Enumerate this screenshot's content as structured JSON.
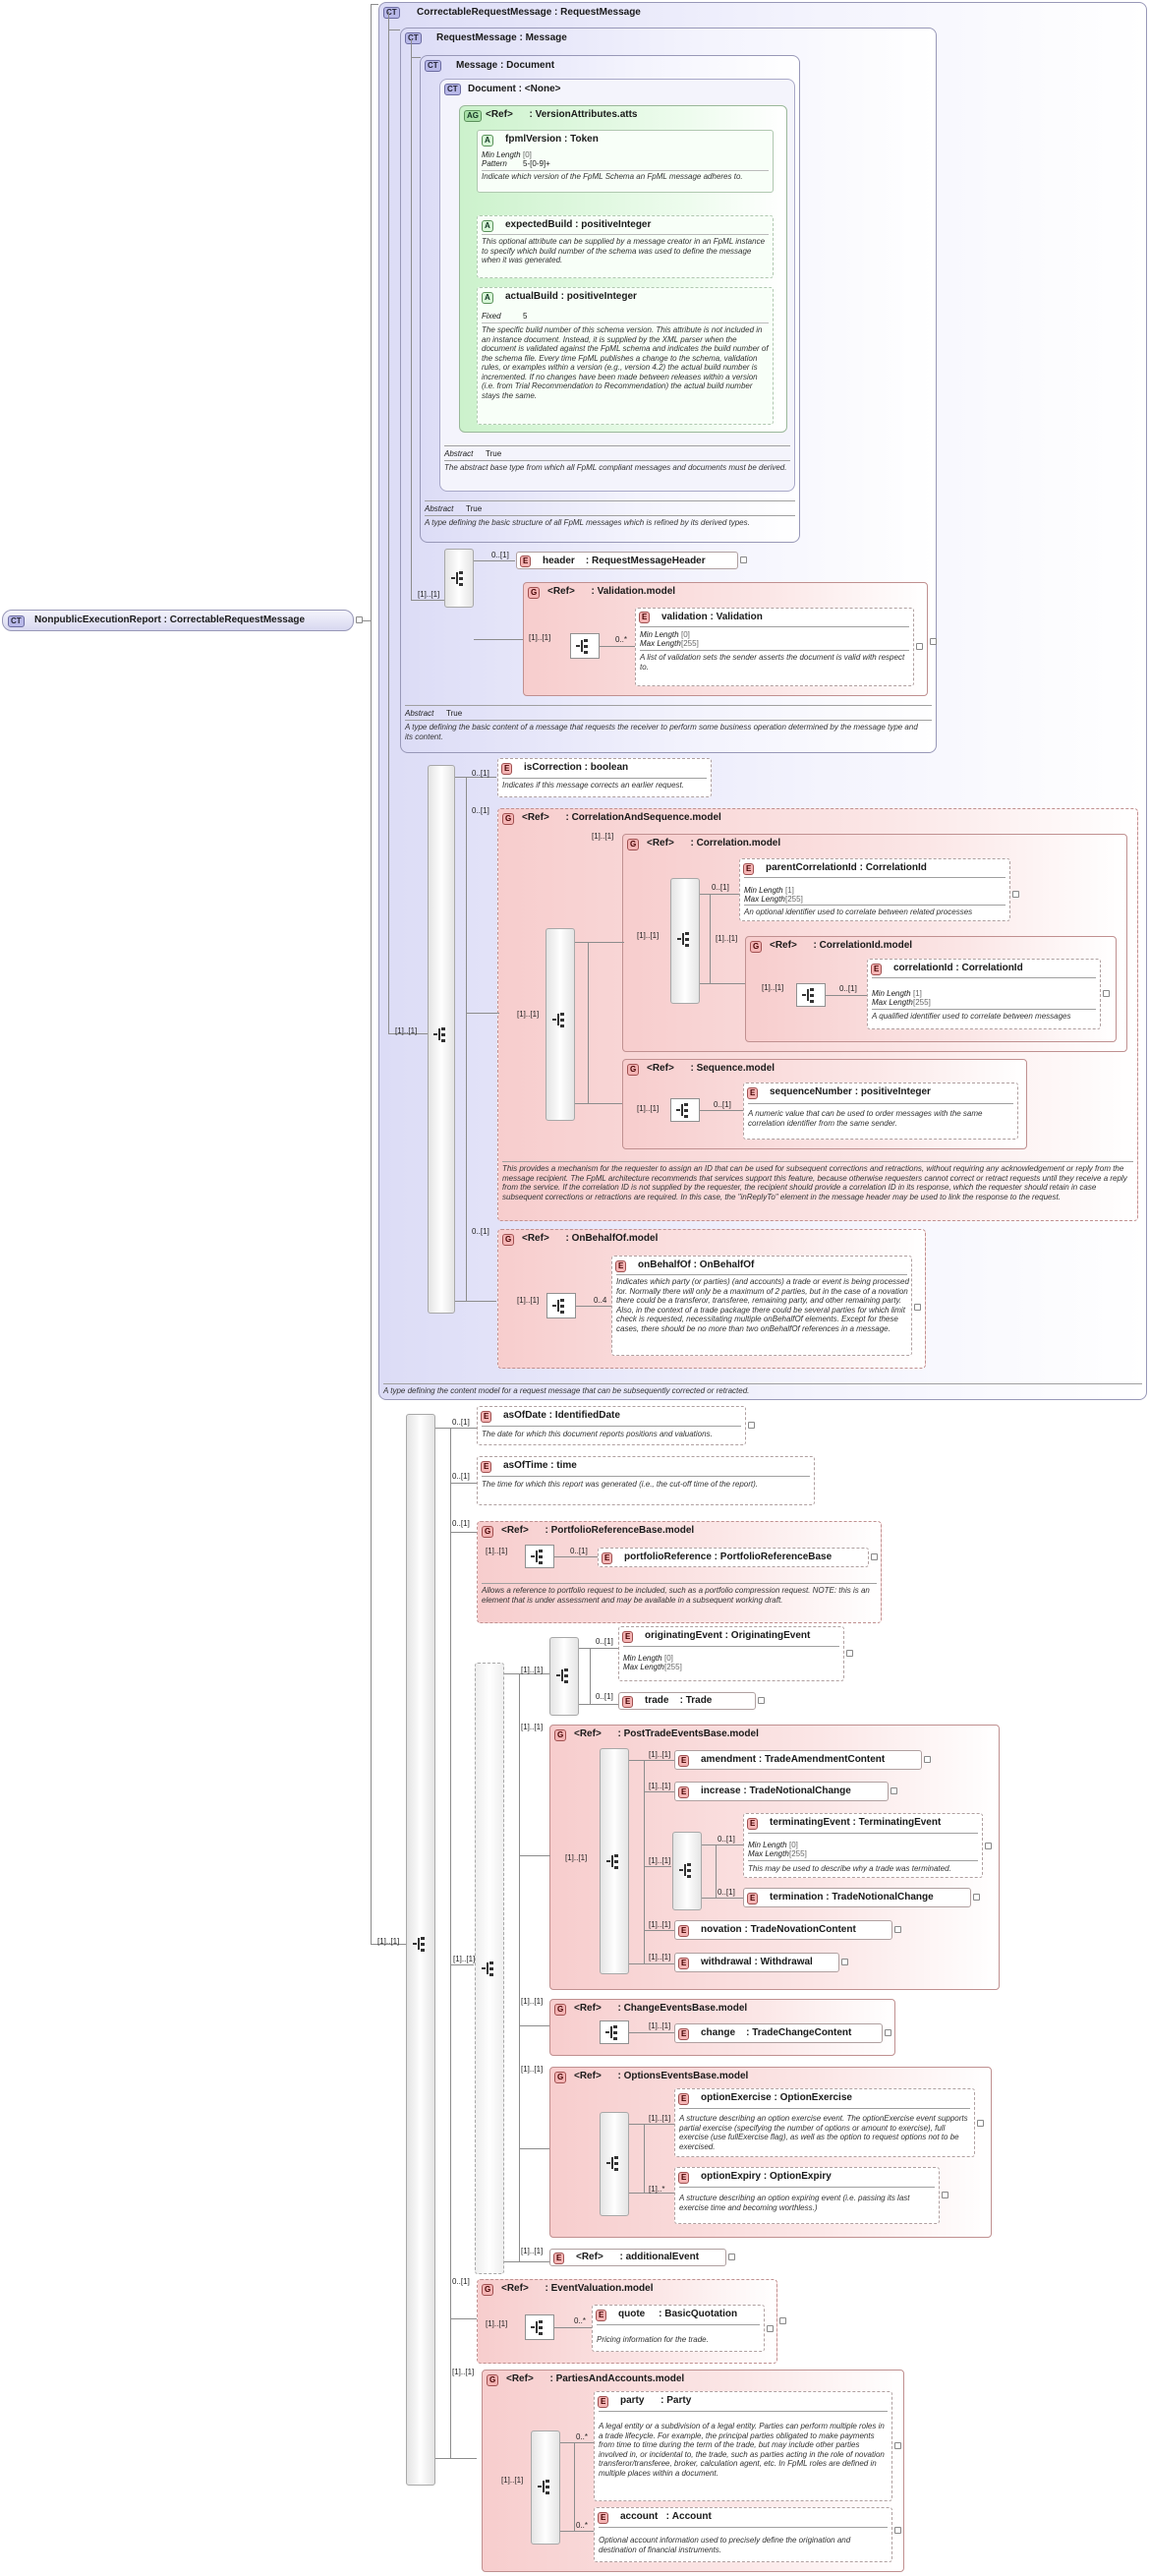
{
  "labels": {
    "e": "E",
    "g": "G",
    "a": "A",
    "ag": "AG",
    "ct": "CT",
    "ref": "<Ref>",
    "abstract": "Abstract",
    "true": "True",
    "minLength": "Min Length",
    "maxLength": "Max Length",
    "pattern": "Pattern",
    "fixed": "Fixed"
  },
  "root": {
    "name": "NonpublicExecutionReport",
    "type": "CorrectableRequestMessage"
  },
  "correctable": {
    "name": "CorrectableRequestMessage",
    "base": "RequestMessage",
    "doc": "A type defining the content model for a request message that can be subsequently corrected or retracted."
  },
  "request": {
    "name": "RequestMessage",
    "base": "Message",
    "doc": "A type defining the basic content of a message that requests the receiver to perform some business operation determined by the message type and its content."
  },
  "message": {
    "name": "Message",
    "base": "Document",
    "doc": "A type defining the basic structure of all FpML messages which is refined by its derived types."
  },
  "document": {
    "name": "Document",
    "base": "<None>",
    "doc": "The abstract base type from which all FpML compliant messages and documents must be derived."
  },
  "versionAttrs": {
    "name": "VersionAttributes.atts"
  },
  "fpmlVersion": {
    "name": "fpmlVersion",
    "type": "Token",
    "minLength": "[0]",
    "pattern": "5-[0-9]+",
    "doc": "Indicate which version of the FpML Schema an FpML message adheres to."
  },
  "expectedBuild": {
    "name": "expectedBuild",
    "type": "positiveInteger",
    "doc": "This optional attribute can be supplied by a message creator in an FpML instance to specify which build number of the schema was used to define the message when it was generated."
  },
  "actualBuild": {
    "name": "actualBuild",
    "type": "positiveInteger",
    "fixed": "5",
    "doc": "The specific build number of this schema version. This attribute is not included in an instance document. Instead, it is supplied by the XML parser when the document is validated against the FpML schema and indicates the build number of the schema file. Every time FpML publishes a change to the schema, validation rules, or examples within a version (e.g., version 4.2) the actual build number is incremented. If no changes have been made between releases within a version (i.e. from Trial Recommendation to Recommendation) the actual build number stays the same."
  },
  "header": {
    "name": "header",
    "type": "RequestMessageHeader",
    "card": "0..[1]"
  },
  "validationModel": {
    "name": "Validation.model"
  },
  "validation": {
    "name": "validation",
    "type": "Validation",
    "card": "0..*",
    "minLength": "[0]",
    "maxLength": "[255]",
    "doc": "A list of validation sets the sender asserts the document is valid with respect to."
  },
  "isCorrection": {
    "name": "isCorrection",
    "type": "boolean",
    "card": "0..[1]",
    "doc": "Indicates if this message corrects an earlier request."
  },
  "corrSeqModel": {
    "name": "CorrelationAndSequence.model",
    "card": "0..[1]",
    "doc": "This provides a mechanism for the requester to assign an ID that can be used for subsequent corrections and retractions, without requiring any acknowledgement or reply from the message recipient. The FpML architecture recommends that services support this feature, because otherwise requesters cannot correct or retract requests until they receive a reply from the service. If the correlation ID is not supplied by the requester, the recipient should provide a correlation ID in its response, which the requester should retain in case subsequent corrections or retractions are required. In this case, the \"inReplyTo\" element in the message header may be used to link the response to the request."
  },
  "correlationModel": {
    "name": "Correlation.model",
    "card": "[1]..[1]"
  },
  "parentCorrelationId": {
    "name": "parentCorrelationId",
    "type": "CorrelationId",
    "card": "0..[1]",
    "minLength": "[1]",
    "maxLength": "[255]",
    "doc": "An optional identifier used to correlate between related processes"
  },
  "correlationIdModel": {
    "name": "CorrelationId.model",
    "card": "[1]..[1]"
  },
  "correlationId": {
    "name": "correlationId",
    "type": "CorrelationId",
    "card": "0..[1]",
    "minLength": "[1]",
    "maxLength": "[255]",
    "doc": "A qualified identifier used to correlate between messages"
  },
  "sequenceModel": {
    "name": "Sequence.model"
  },
  "sequenceNumber": {
    "name": "sequenceNumber",
    "type": "positiveInteger",
    "card": "0..[1]",
    "doc": "A numeric value that can be used to order messages with the same correlation identifier from the same sender."
  },
  "onBehalfOfModel": {
    "name": "OnBehalfOf.model",
    "card": "0..[1]"
  },
  "onBehalfOf": {
    "name": "onBehalfOf",
    "type": "OnBehalfOf",
    "card": "0..4",
    "doc": "Indicates which party (or parties) (and accounts) a trade or event is being processed for. Normally there will only be a maximum of 2 parties, but in the case of a novation there could be a transferor, transferee, remaining party, and other remaining party. Also, in the context of a trade package there could be several parties for which limit check is requested, necessitating multiple onBehalfOf elements. Except for these cases, there should be no more than two onBehalfOf references in a message."
  },
  "asOfDate": {
    "name": "asOfDate",
    "type": "IdentifiedDate",
    "card": "0..[1]",
    "doc": "The date for which this document reports positions and valuations."
  },
  "asOfTime": {
    "name": "asOfTime",
    "type": "time",
    "card": "0..[1]",
    "doc": "The time for which this report was generated (i.e., the cut-off time of the report)."
  },
  "portfolioRefModel": {
    "name": "PortfolioReferenceBase.model",
    "card": "0..[1]",
    "doc": "Allows a reference to portfolio request to be included, such as a portfolio compression request. NOTE: this is an element that is under assessment and may be available in a subsequent working draft."
  },
  "portfolioReference": {
    "name": "portfolioReference",
    "type": "PortfolioReferenceBase",
    "card": "0..[1]"
  },
  "originatingEvent": {
    "name": "originatingEvent",
    "type": "OriginatingEvent",
    "card": "0..[1]",
    "minLength": "[0]",
    "maxLength": "[255]"
  },
  "trade": {
    "name": "trade",
    "type": "Trade",
    "card": "0..[1]"
  },
  "postTradeModel": {
    "name": "PostTradeEventsBase.model",
    "card": "[1]..[1]"
  },
  "amendment": {
    "name": "amendment",
    "type": "TradeAmendmentContent"
  },
  "increase": {
    "name": "increase",
    "type": "TradeNotionalChange"
  },
  "terminatingEvent": {
    "name": "terminatingEvent",
    "type": "TerminatingEvent",
    "card": "0..[1]",
    "minLength": "[0]",
    "maxLength": "[255]",
    "doc": "This may be used to describe why a trade was terminated."
  },
  "termination": {
    "name": "termination",
    "type": "TradeNotionalChange",
    "card": "0..[1]"
  },
  "novation": {
    "name": "novation",
    "type": "TradeNovationContent"
  },
  "withdrawal": {
    "name": "withdrawal",
    "type": "Withdrawal"
  },
  "changeModel": {
    "name": "ChangeEventsBase.model",
    "card": "[1]..[1]"
  },
  "change": {
    "name": "change",
    "type": "TradeChangeContent"
  },
  "optionsModel": {
    "name": "OptionsEventsBase.model",
    "card": "[1]..[1]"
  },
  "optionExercise": {
    "name": "optionExercise",
    "type": "OptionExercise",
    "card": "[1]..[1]",
    "doc": "A structure describing an option exercise event. The optionExercise event supports partial exercise (specifying the number of options or amount to exercise), full exercise (use fullExercise flag), as well as the option to request options not to be exercised."
  },
  "optionExpiry": {
    "name": "optionExpiry",
    "type": "OptionExpiry",
    "card": "[1]..*",
    "doc": "A structure describing an option expiring event (i.e. passing its last exercise time and becoming worthless.)"
  },
  "additionalEvent": {
    "name": "additionalEvent",
    "card": "[1]..[1]"
  },
  "eventValuationModel": {
    "name": "EventValuation.model",
    "card": "0..[1]"
  },
  "quote": {
    "name": "quote",
    "type": "BasicQuotation",
    "card": "0..*",
    "doc": "Pricing information for the trade."
  },
  "partiesModel": {
    "name": "PartiesAndAccounts.model",
    "card": "[1]..[1]"
  },
  "party": {
    "name": "party",
    "type": "Party",
    "card": "0..*",
    "doc": "A legal entity or a subdivision of a legal entity. Parties can perform multiple roles in a trade lifecycle. For example, the principal parties obligated to make payments from time to time during the term of the trade, but may include other parties involved in, or incidental to, the trade, such as parties acting in the role of novation transferor/transferee, broker, calculation agent, etc. In FpML roles are defined in multiple places within a document."
  },
  "account": {
    "name": "account",
    "type": "Account",
    "card": "0..*",
    "doc": "Optional account information used to precisely define the origination and destination of financial instruments."
  },
  "cards": {
    "one": "[1]..[1]",
    "opt": "0..[1]"
  },
  "colors": {
    "complexType": "#dcdcf6",
    "group": "#f7cdcd",
    "attributeGroup": "#ccf2cc",
    "element": "#f4b4b4"
  }
}
